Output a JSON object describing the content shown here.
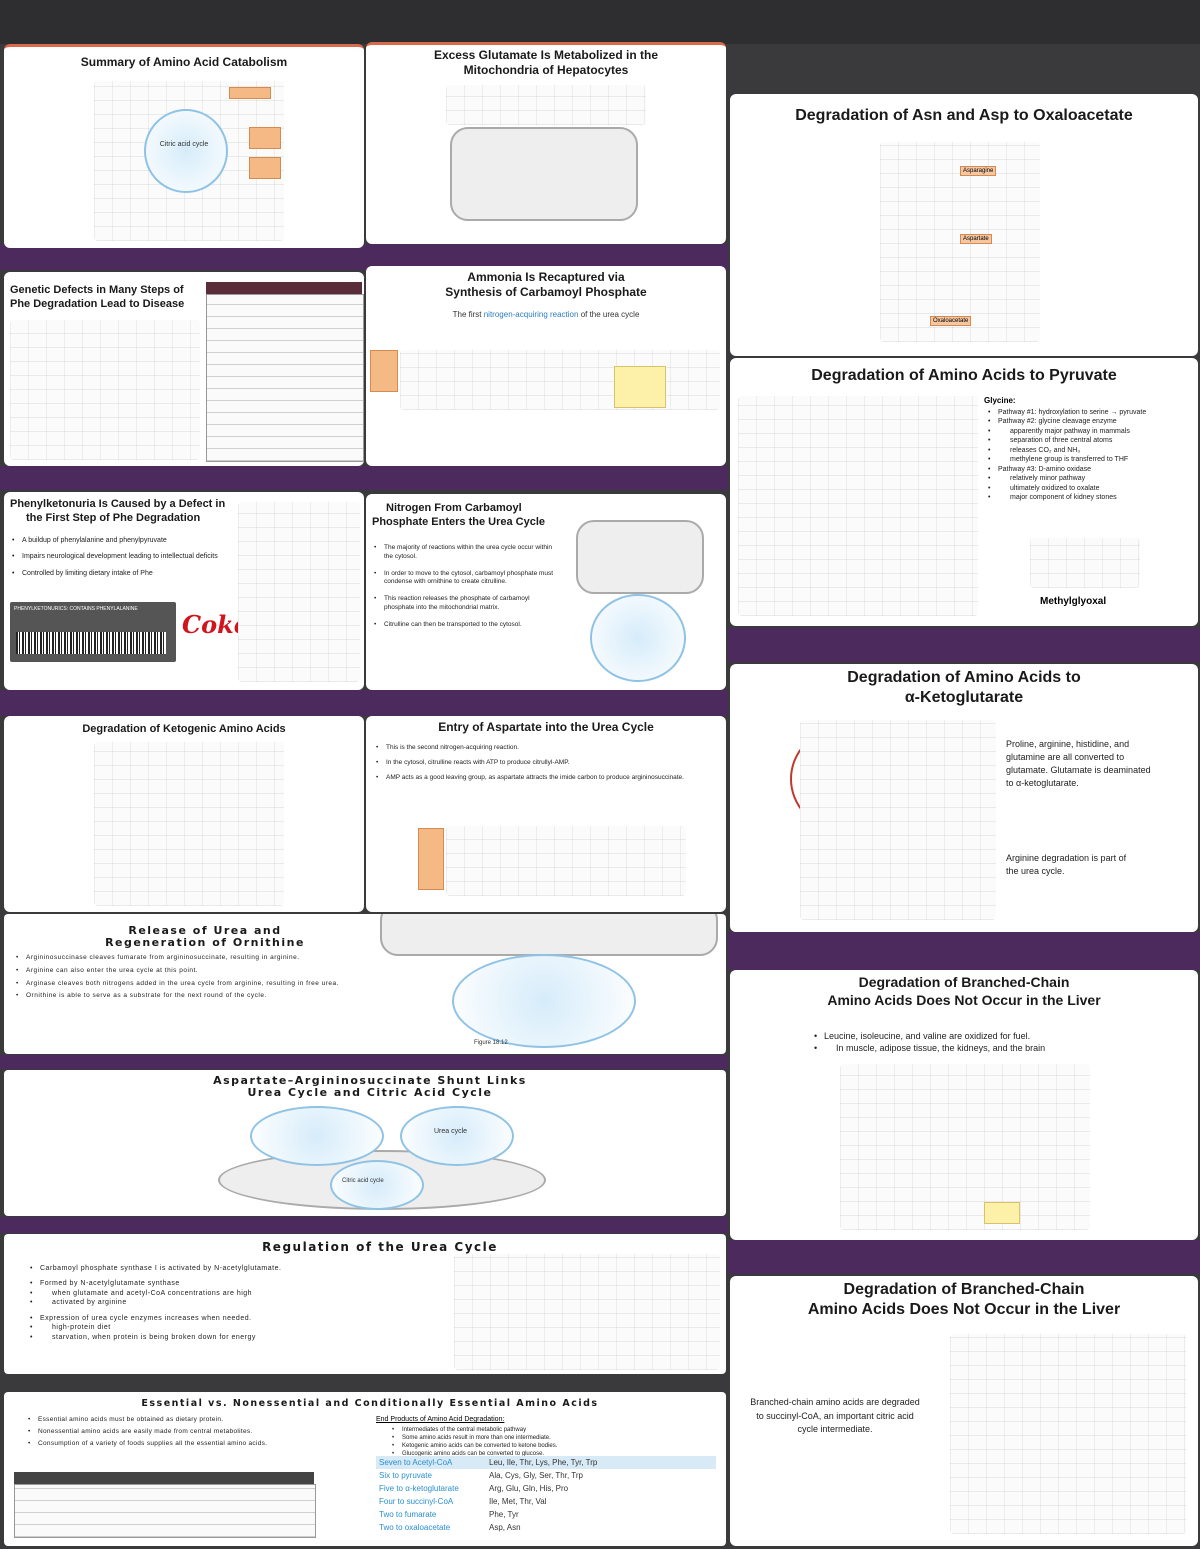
{
  "slides": {
    "s1": {
      "title": "Summary of Amino Acid Catabolism",
      "center": "Citric acid cycle"
    },
    "s2": {
      "title_line1": "Excess Glutamate Is Metabolized in the",
      "title_line2": "Mitochondria of Hepatocytes"
    },
    "s3": {
      "title": "Degradation of Asn and Asp to Oxaloacetate",
      "labels": [
        "Asparagine",
        "Aspartate",
        "Oxaloacetate"
      ]
    },
    "s4": {
      "title_line1": "Genetic Defects in Many Steps of",
      "title_line2": "Phe Degradation Lead to Disease"
    },
    "s5": {
      "title_line1": "Ammonia Is Recaptured via",
      "title_line2": "Synthesis of Carbamoyl Phosphate",
      "subtitle_pre": "The first ",
      "subtitle_link": "nitrogen-acquiring reaction",
      "subtitle_post": " of the urea cycle"
    },
    "s6": {
      "title": "Degradation of Amino Acids to Pyruvate",
      "glycine_heading": "Glycine:",
      "bullets": [
        "Pathway #1: hydroxylation to serine → pyruvate",
        "Pathway #2: glycine cleavage enzyme",
        "apparently major pathway in mammals",
        "separation of three central atoms",
        "releases CO₂ and NH₃",
        "methylene group is transferred to THF",
        "Pathway #3: D-amino oxidase",
        "relatively minor pathway",
        "ultimately oxidized to oxalate",
        "major component of kidney stones"
      ],
      "methylglyoxal": "Methylglyoxal"
    },
    "s7": {
      "title_line1": "Phenylketonuria Is Caused by a Defect in",
      "title_line2": "the First Step of Phe Degradation",
      "bullets": [
        "A buildup of phenylalanine and phenylpyruvate",
        "Impairs neurological development leading to intellectual deficits",
        "Controlled by limiting dietary intake of Phe"
      ],
      "coke": "Coke",
      "label_text": "PHENYLKETONURICS: CONTAINS PHENYLALANINE"
    },
    "s8": {
      "title_line1": "Nitrogen From Carbamoyl",
      "title_line2": "Phosphate Enters the Urea Cycle",
      "bullets": [
        "The majority of reactions within the urea cycle occur within the cytosol.",
        "In order to move to the cytosol, carbamoyl phosphate must condense with ornithine to create citrulline.",
        "This reaction releases the phosphate of carbamoyl phosphate into the mitochondrial matrix.",
        "Citrulline can then be transported to the cytosol."
      ]
    },
    "s9": {
      "title_line1": "Degradation of Amino Acids to",
      "title_line2": "α-Ketoglutarate",
      "text1": "Proline, arginine, histidine, and glutamine are all converted to glutamate. Glutamate is deaminated to α-ketoglutarate.",
      "text2": "Arginine degradation is part of the urea cycle."
    },
    "s10": {
      "title": "Degradation of Ketogenic Amino Acids"
    },
    "s11": {
      "title": "Entry of Aspartate into the Urea Cycle",
      "bullets": [
        "This is the second nitrogen-acquiring reaction.",
        "In the cytosol, citrulline reacts with ATP to produce citrullyl-AMP.",
        "AMP acts as a good leaving group, as aspartate attracts the imide carbon to produce argininosuccinate."
      ]
    },
    "s12": {
      "title_line1": "Release of Urea and",
      "title_line2": "Regeneration of Ornithine",
      "bullets": [
        "Argininosuccinase cleaves fumarate from argininosuccinate, resulting in arginine.",
        "Arginine can also enter the urea cycle at this point.",
        "Arginase cleaves both nitrogens added in the urea cycle from arginine, resulting in free urea.",
        "Ornithine is able to serve as a substrate for the next round of the cycle."
      ],
      "figure_caption": "Figure 18.12"
    },
    "s13": {
      "title_line1": "Degradation of Branched-Chain",
      "title_line2": "Amino Acids Does Not Occur in the Liver",
      "bullets": [
        "Leucine, isoleucine, and valine are oxidized for fuel.",
        "In muscle, adipose tissue, the kidneys, and the brain"
      ]
    },
    "s14": {
      "title_line1": "Aspartate–Argininosuccinate Shunt Links",
      "title_line2": "Urea Cycle and Citric Acid Cycle",
      "cycle1": "Urea cycle",
      "cycle2": "Citric acid cycle"
    },
    "s15": {
      "title": "Regulation of the Urea Cycle",
      "bullets": [
        "Carbamoyl phosphate synthase I is activated by N-acetylglutamate.",
        "Formed by N-acetylglutamate synthase",
        "when glutamate and acetyl-CoA concentrations are high",
        "activated by arginine",
        "Expression of urea cycle enzymes increases when needed.",
        "high-protein diet",
        "starvation, when protein is being broken down for energy"
      ]
    },
    "s16": {
      "title_line1": "Degradation of Branched-Chain",
      "title_line2": "Amino Acids Does Not Occur in the Liver",
      "text": "Branched-chain amino acids are degraded to succinyl-CoA, an important citric acid cycle intermediate."
    },
    "s17": {
      "title": "Essential vs. Nonessential and Conditionally Essential Amino Acids",
      "bullets": [
        "Essential amino acids must be obtained as dietary protein.",
        "Nonessential amino acids are easily made from central metabolites.",
        "Consumption of a variety of foods supplies all the essential amino acids."
      ],
      "end_heading": "End Products of Amino Acid Degradation:",
      "end_bullets": [
        "Intermediates of the central metabolic pathway",
        "Some amino acids result in more than one intermediate.",
        "Ketogenic amino acids can be converted to ketone bodies.",
        "Glucogenic amino acids can be converted to glucose."
      ],
      "end_rows": [
        {
          "product": "Seven to Acetyl-CoA",
          "aas": "Leu, Ile, Thr, Lys, Phe, Tyr, Trp"
        },
        {
          "product": "Six to pyruvate",
          "aas": "Ala, Cys, Gly, Ser, Thr, Trp"
        },
        {
          "product": "Five to α-ketoglutarate",
          "aas": "Arg, Glu, Gln, His, Pro"
        },
        {
          "product": "Four to succinyl-CoA",
          "aas": "Ile, Met, Thr, Val"
        },
        {
          "product": "Two to fumarate",
          "aas": "Phe, Tyr"
        },
        {
          "product": "Two to oxaloacetate",
          "aas": "Asp, Asn"
        }
      ]
    }
  },
  "colors": {
    "background": "#3a3a3c",
    "strip": "#4c2a5e",
    "accent_link": "#2a7fc1",
    "slide_border": "#d96a4c"
  }
}
